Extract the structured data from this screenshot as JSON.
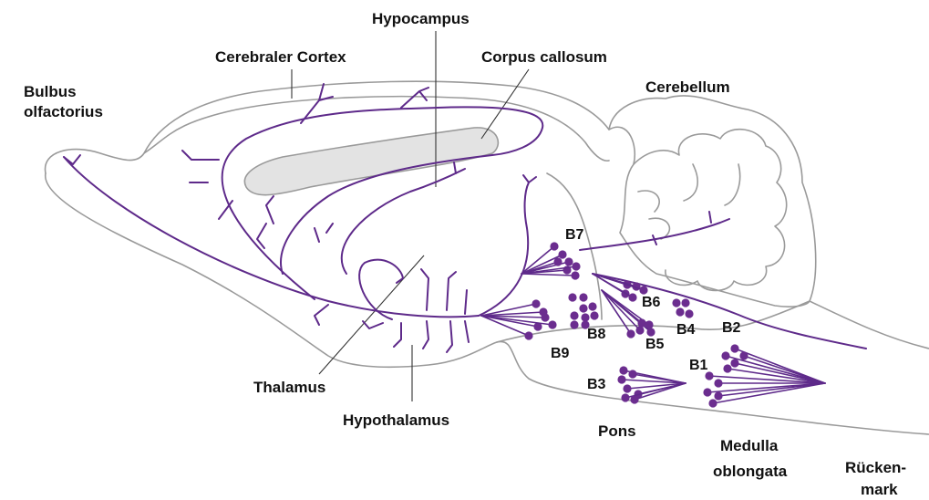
{
  "colors": {
    "fiber": "#5e2a8a",
    "neuron": "#6b2d8f",
    "outline": "#9a9a9a",
    "callosum_fill": "#e3e3e3",
    "text": "#111111"
  },
  "labels": {
    "bulbus_1": "Bulbus",
    "bulbus_2": "olfactorius",
    "cortex": "Cerebraler Cortex",
    "hippocampus": "Hypocampus",
    "corpus_callosum": "Corpus callosum",
    "cerebellum": "Cerebellum",
    "thalamus": "Thalamus",
    "hypothalamus": "Hypothalamus",
    "pons": "Pons",
    "medulla_1": "Medulla",
    "medulla_2": "oblongata",
    "rueckenmark_1": "Rücken-",
    "rueckenmark_2": "mark"
  },
  "clusters": {
    "b1": "B1",
    "b2": "B2",
    "b3": "B3",
    "b4": "B4",
    "b5": "B5",
    "b6": "B6",
    "b7": "B7",
    "b8": "B8",
    "b9": "B9"
  }
}
